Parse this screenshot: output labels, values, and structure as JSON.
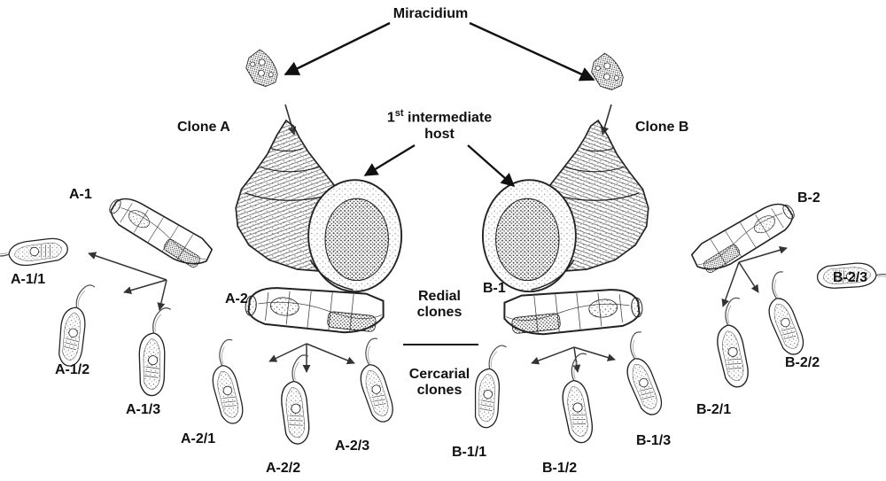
{
  "top": {
    "miracidium": "Miracidium"
  },
  "host": {
    "first_prefix": "1",
    "first_sup": "st",
    "first_rest": "intermediate",
    "host_word": "host"
  },
  "clones": {
    "a": "Clone A",
    "b": "Clone B"
  },
  "middle": {
    "redial_1": "Redial",
    "redial_2": "clones",
    "cercarial_1": "Cercarial",
    "cercarial_2": "clones"
  },
  "rediae": {
    "a1": "A-1",
    "a2": "A-2",
    "b1": "B-1",
    "b2": "B-2"
  },
  "cercariae": {
    "a11": "A-1/1",
    "a12": "A-1/2",
    "a13": "A-1/3",
    "a21": "A-2/1",
    "a22": "A-2/2",
    "a23": "A-2/3",
    "b11": "B-1/1",
    "b12": "B-1/2",
    "b13": "B-1/3",
    "b21": "B-2/1",
    "b22": "B-2/2",
    "b23": "B-2/3"
  },
  "colors": {
    "ink": "#111111",
    "paper": "#ffffff",
    "stipple": "#555555"
  }
}
